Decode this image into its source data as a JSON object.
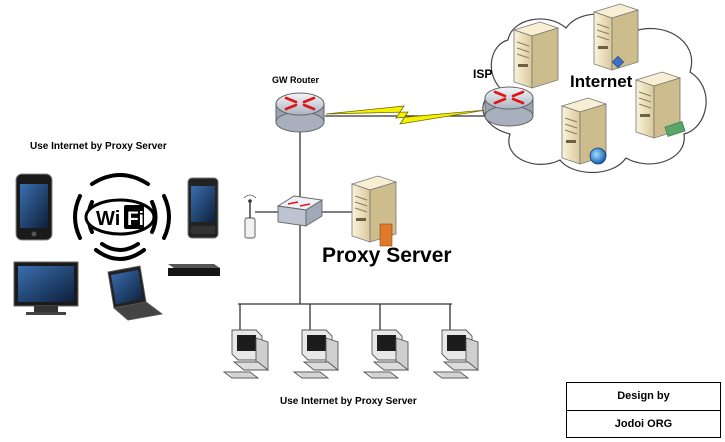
{
  "labels": {
    "gw_router": "GW Router",
    "isp": "ISP",
    "internet": "Internet",
    "proxy_server": "Proxy Server",
    "use_internet_left": "Use Internet by Proxy Server",
    "use_internet_bottom": "Use Internet by Proxy Server",
    "wifi": "Wi",
    "wifi_fi": "Fi"
  },
  "credit": {
    "line1": "Design by",
    "line2": "Jodoi ORG"
  },
  "colors": {
    "router": "#c8d0dc",
    "router_arrow": "#e01515",
    "link": "#333333",
    "lightning": "#f4f000",
    "server": "#efe4c4",
    "cloud_stroke": "#444444"
  },
  "icons": [
    "router-icon",
    "server-icon",
    "cloud-icon",
    "lightning-link-icon",
    "switch-icon",
    "antenna-icon",
    "desktop-pc-icon",
    "smartphone-icon",
    "tv-icon",
    "laptop-icon",
    "set-top-box-icon",
    "wifi-logo-icon",
    "globe-icon"
  ]
}
